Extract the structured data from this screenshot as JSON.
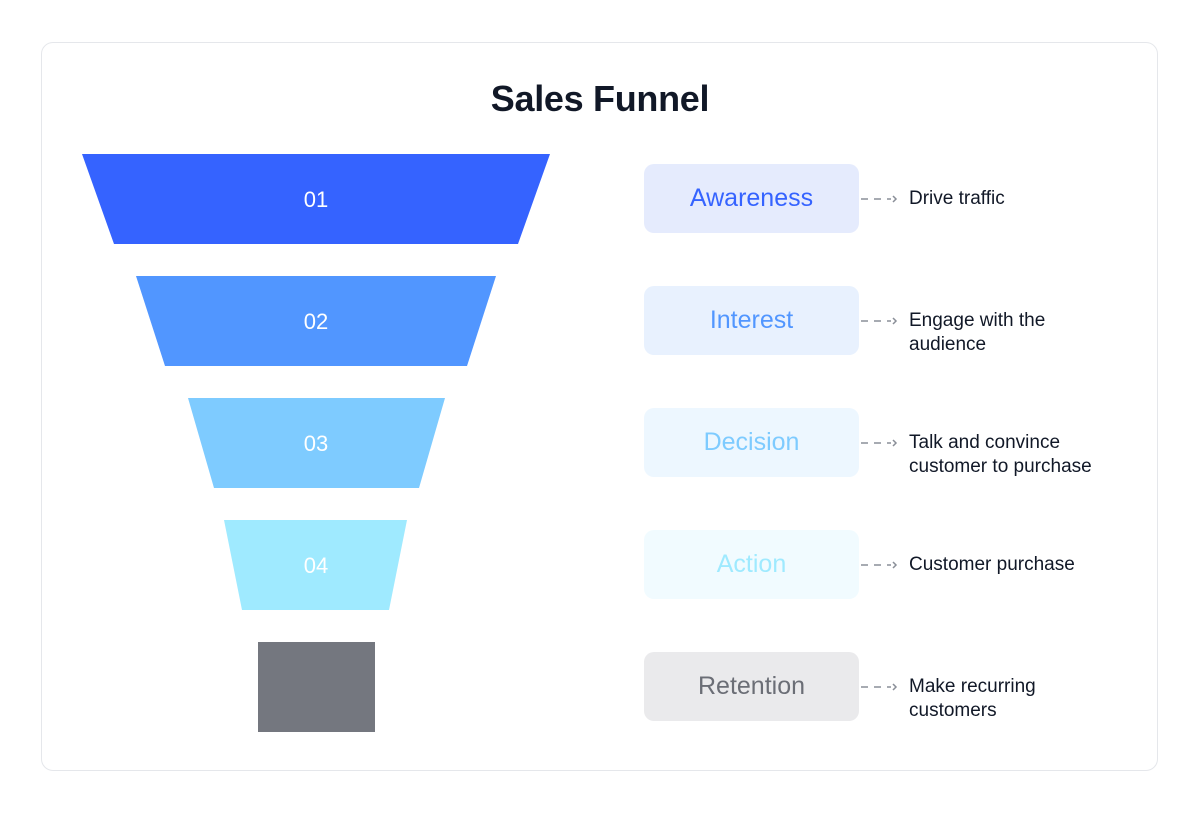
{
  "title": "Sales Funnel",
  "stages": [
    {
      "number": "01",
      "label": "Awareness",
      "description": "Drive traffic",
      "fill": "#3563ff",
      "label_bg": "#e5ebfd",
      "label_color": "#3563ff"
    },
    {
      "number": "02",
      "label": "Interest",
      "description": "Engage with the audience",
      "fill": "#5196ff",
      "label_bg": "#e8f1fe",
      "label_color": "#5196ff"
    },
    {
      "number": "03",
      "label": "Decision",
      "description": "Talk and convince customer to purchase",
      "fill": "#7ecbff",
      "label_bg": "#edf7ff",
      "label_color": "#7ecbff"
    },
    {
      "number": "04",
      "label": "Action",
      "description": "Customer purchase",
      "fill": "#9feaff",
      "label_bg": "#f1fbff",
      "label_color": "#9feaff"
    },
    {
      "number": "",
      "label": "Retention",
      "description": "Make recurring customers",
      "fill": "#74777f",
      "label_bg": "#eaeaec",
      "label_color": "#6b6e76"
    }
  ]
}
